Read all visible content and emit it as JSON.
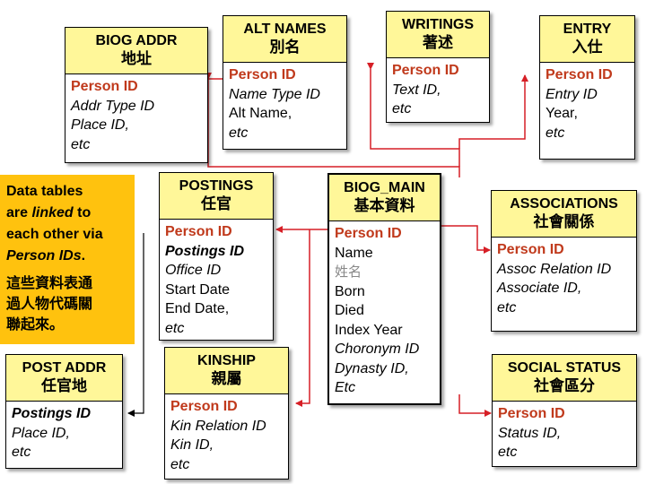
{
  "tables": {
    "biog_addr": {
      "title": "BIOG ADDR",
      "title_zh": "地址",
      "fields": [
        "Person ID",
        "Addr Type ID",
        "Place ID,",
        "etc"
      ]
    },
    "alt_names": {
      "title": "ALT NAMES",
      "title_zh": "別名",
      "fields": [
        "Person ID",
        "Name Type ID",
        "Alt Name,",
        "etc"
      ]
    },
    "writings": {
      "title": "WRITINGS",
      "title_zh": "著述",
      "fields": [
        "Person ID",
        "Text ID,",
        "etc"
      ]
    },
    "entry": {
      "title": "ENTRY",
      "title_zh": "入仕",
      "fields": [
        "Person ID",
        "Entry ID",
        "Year,",
        "etc"
      ]
    },
    "postings": {
      "title": "POSTINGS",
      "title_zh": "任官",
      "fields": [
        "Person ID",
        "Postings ID",
        "Office ID",
        "Start Date",
        "End Date,",
        "etc"
      ]
    },
    "biog_main": {
      "title": "BIOG_MAIN",
      "title_zh": "基本資料",
      "fields": [
        "Person ID",
        "Name",
        "姓名",
        "Born",
        "Died",
        "Index Year",
        "Choronym ID",
        "Dynasty ID,",
        "Etc"
      ]
    },
    "associations": {
      "title": "ASSOCIATIONS",
      "title_zh": "社會關係",
      "fields": [
        "Person ID",
        "Assoc Relation ID",
        "Associate ID,",
        "etc"
      ]
    },
    "post_addr": {
      "title": "POST ADDR",
      "title_zh": "任官地",
      "fields": [
        "Postings ID",
        "Place ID,",
        "etc"
      ]
    },
    "kinship": {
      "title": "KINSHIP",
      "title_zh": "親屬",
      "fields": [
        "Person ID",
        "Kin Relation ID",
        "Kin ID,",
        "etc"
      ]
    },
    "social_status": {
      "title": "SOCIAL STATUS",
      "title_zh": "社會區分",
      "fields": [
        "Person ID",
        "Status ID,",
        "etc"
      ]
    }
  },
  "note": {
    "line1": "Data tables",
    "line2a": "are ",
    "line2b": "linked",
    "line2c": " to",
    "line3": "each other via",
    "line4a": "Person IDs",
    "line4b": ".",
    "zh1": "這些資料表通",
    "zh2": "過人物代碼關",
    "zh3": "聯起來。"
  },
  "colors": {
    "header_fill": "#fff799",
    "key_text": "#c0391b",
    "link_line": "#d61f26",
    "note_fill": "#ffc20e",
    "post_link": "#000000"
  }
}
